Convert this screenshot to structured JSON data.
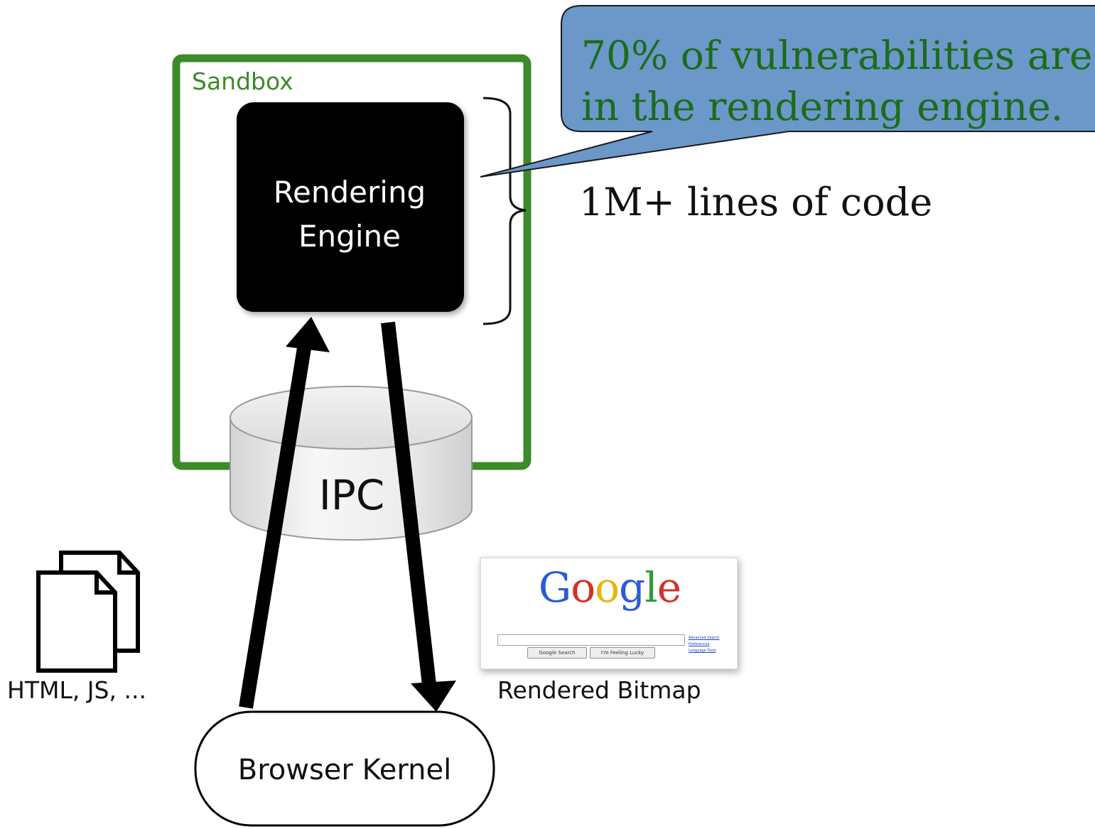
{
  "diagram": {
    "sandbox_label": "Sandbox",
    "rendering_engine": {
      "line1": "Rendering",
      "line2": "Engine"
    },
    "lines_of_code": "1M+ lines of code",
    "callout": {
      "line1": "70% of vulnerabilities are",
      "line2": "in the rendering engine."
    },
    "ipc_label": "IPC",
    "documents_label": "HTML, JS, ...",
    "bitmap_label": "Rendered Bitmap",
    "browser_kernel_label": "Browser Kernel"
  },
  "google_thumbnail": {
    "logo_letters": [
      "G",
      "o",
      "o",
      "g",
      "l",
      "e"
    ],
    "search_button": "Google Search",
    "lucky_button": "I'm Feeling Lucky",
    "links": [
      "Advanced Search",
      "Preferences",
      "Language Tools"
    ]
  },
  "colors": {
    "sandbox_border": "#3d8a2a",
    "callout_fill": "#6b98c8",
    "callout_text": "#1c6b1c",
    "engine_fill": "#000000"
  }
}
